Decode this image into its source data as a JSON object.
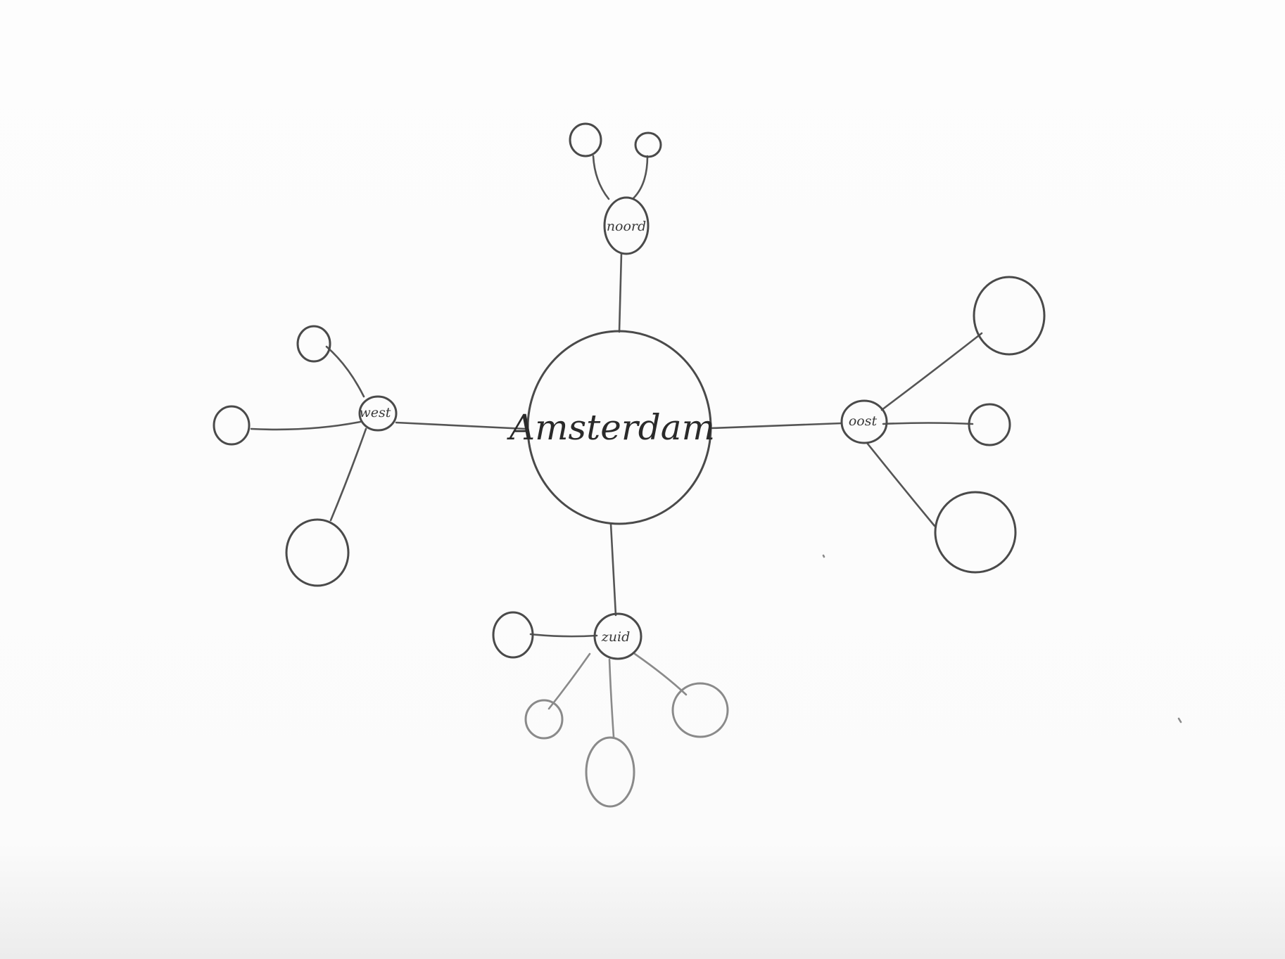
{
  "diagram": {
    "type": "mind-map",
    "center": {
      "label": "Amsterdam"
    },
    "branches": [
      {
        "id": "noord",
        "label": "noord",
        "leaf_count": 2
      },
      {
        "id": "west",
        "label": "west",
        "leaf_count": 3
      },
      {
        "id": "oost",
        "label": "oost",
        "leaf_count": 3
      },
      {
        "id": "zuid",
        "label": "zuid",
        "leaf_count": 4
      }
    ],
    "colors": {
      "paper": "#fdfdfd",
      "pencil": "#4a4a4a"
    }
  }
}
